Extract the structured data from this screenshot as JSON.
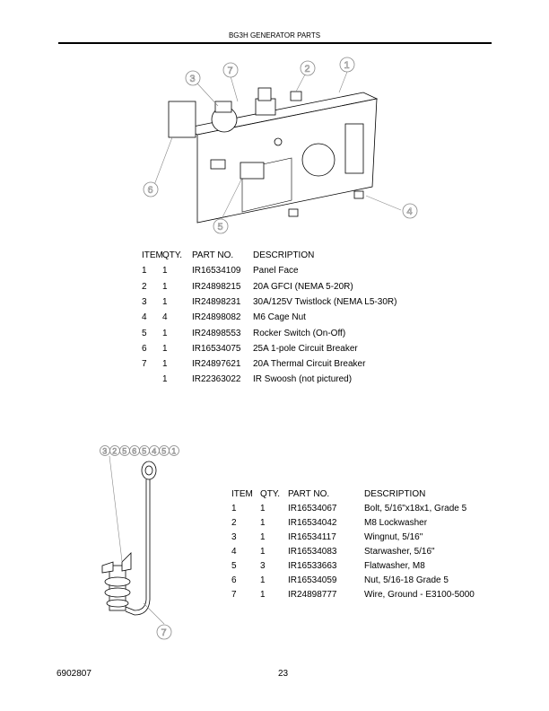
{
  "header": {
    "title": "BG3H GENERATOR PARTS"
  },
  "diagram1": {
    "callouts": [
      "1",
      "2",
      "7",
      "3",
      "6",
      "5",
      "4"
    ]
  },
  "table1": {
    "headers": [
      "ITEM",
      "QTY.",
      "PART NO.",
      "DESCRIPTION"
    ],
    "rows": [
      [
        "1",
        "1",
        "IR16534109",
        "Panel Face"
      ],
      [
        "2",
        "1",
        "IR24898215",
        "20A GFCI (NEMA 5-20R)"
      ],
      [
        "3",
        "1",
        "IR24898231",
        "30A/125V Twistlock (NEMA L5-30R)"
      ],
      [
        "4",
        "4",
        "IR24898082",
        "M6 Cage Nut"
      ],
      [
        "5",
        "1",
        "IR24898553",
        "Rocker Switch (On-Off)"
      ],
      [
        "6",
        "1",
        "IR16534075",
        "25A 1-pole Circuit Breaker"
      ],
      [
        "7",
        "1",
        "IR24897621",
        "20A Thermal Circuit Breaker"
      ],
      [
        "",
        "1",
        "IR22363022",
        "IR Swoosh (not pictured)"
      ]
    ]
  },
  "diagram2": {
    "callouts": [
      "3",
      "2",
      "5",
      "6",
      "5",
      "4",
      "5",
      "1"
    ],
    "wire_callout": "7"
  },
  "table2": {
    "headers": [
      "ITEM",
      "QTY.",
      "PART NO.",
      "DESCRIPTION"
    ],
    "rows": [
      [
        "1",
        "1",
        "IR16534067",
        "Bolt, 5/16\"x18x1, Grade 5"
      ],
      [
        "2",
        "1",
        "IR16534042",
        "M8 Lockwasher"
      ],
      [
        "3",
        "1",
        "IR16534117",
        "Wingnut, 5/16\""
      ],
      [
        "4",
        "1",
        "IR16534083",
        "Starwasher, 5/16\""
      ],
      [
        "5",
        "3",
        "IR16533663",
        "Flatwasher, M8"
      ],
      [
        "6",
        "1",
        "IR16534059",
        "Nut, 5/16-18 Grade 5"
      ],
      [
        "7",
        "1",
        "IR24898777",
        "Wire, Ground - E3100-5000"
      ]
    ]
  },
  "footer": {
    "doc_number": "6902807",
    "page_number": "23"
  }
}
